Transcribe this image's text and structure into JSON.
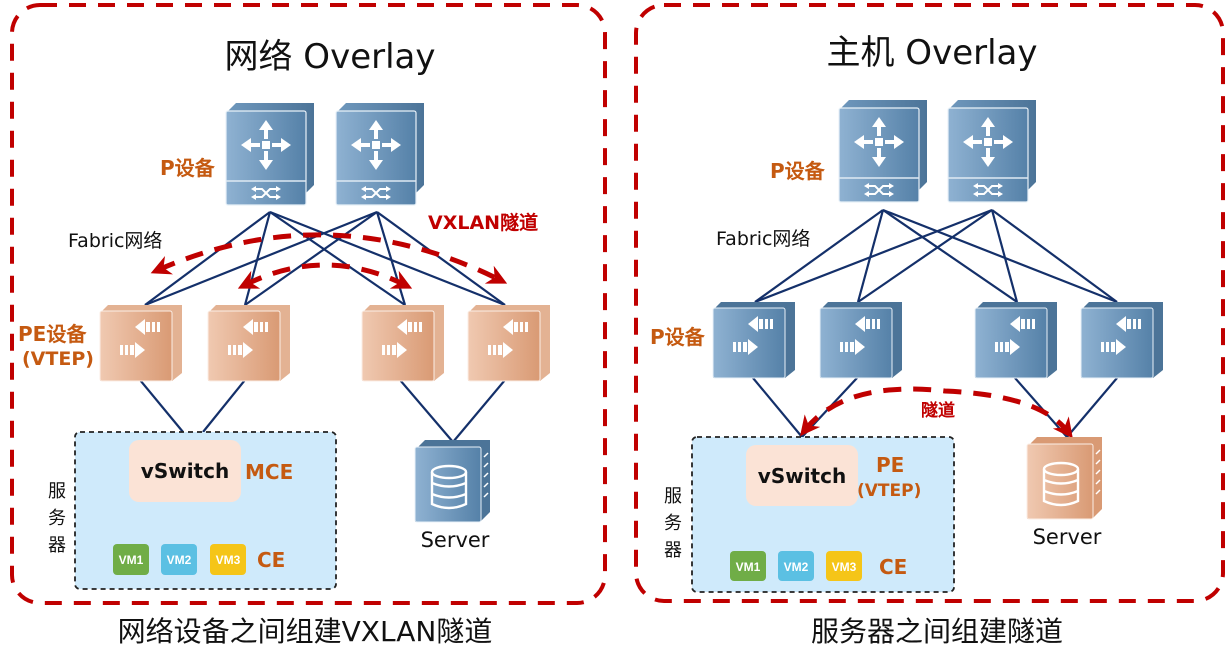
{
  "left_panel": {
    "title": "网络 Overlay",
    "caption": "网络设备之间组建VXLAN隧道",
    "core_label": "P设备",
    "fabric_label": "Fabric网络",
    "tunnel_label": "VXLAN隧道",
    "edge_label_line1": "PE设备",
    "edge_label_line2": "(VTEP)",
    "vswitch_label": "vSwitch",
    "vswitch_role": "MCE",
    "vm_role": "CE",
    "server_box_label": [
      "服",
      "务",
      "器"
    ],
    "vms": [
      "VM1",
      "VM2",
      "VM3"
    ],
    "server_label": "Server"
  },
  "right_panel": {
    "title": "主机 Overlay",
    "caption": "服务器之间组建隧道",
    "core_label": "P设备",
    "fabric_label": "Fabric网络",
    "tunnel_label": "隧道",
    "edge_label": "P设备",
    "vswitch_label": "vSwitch",
    "vswitch_role_line1": "PE",
    "vswitch_role_line2": "(VTEP)",
    "vm_role": "CE",
    "server_box_label": [
      "服",
      "务",
      "器"
    ],
    "vms": [
      "VM1",
      "VM2",
      "VM3"
    ],
    "server_label": "Server"
  },
  "colors": {
    "frame_red": "#c00000",
    "link_navy": "#14306a",
    "device_blue": "#5b87ae",
    "device_orange": "#dca283",
    "label_orange": "#c55a11",
    "server_box_fill": "#cfeafb",
    "vswitch_fill": "#fbe3d6",
    "vm1": "#70ad47",
    "vm2": "#5bc0e3",
    "vm3": "#f5c518"
  }
}
